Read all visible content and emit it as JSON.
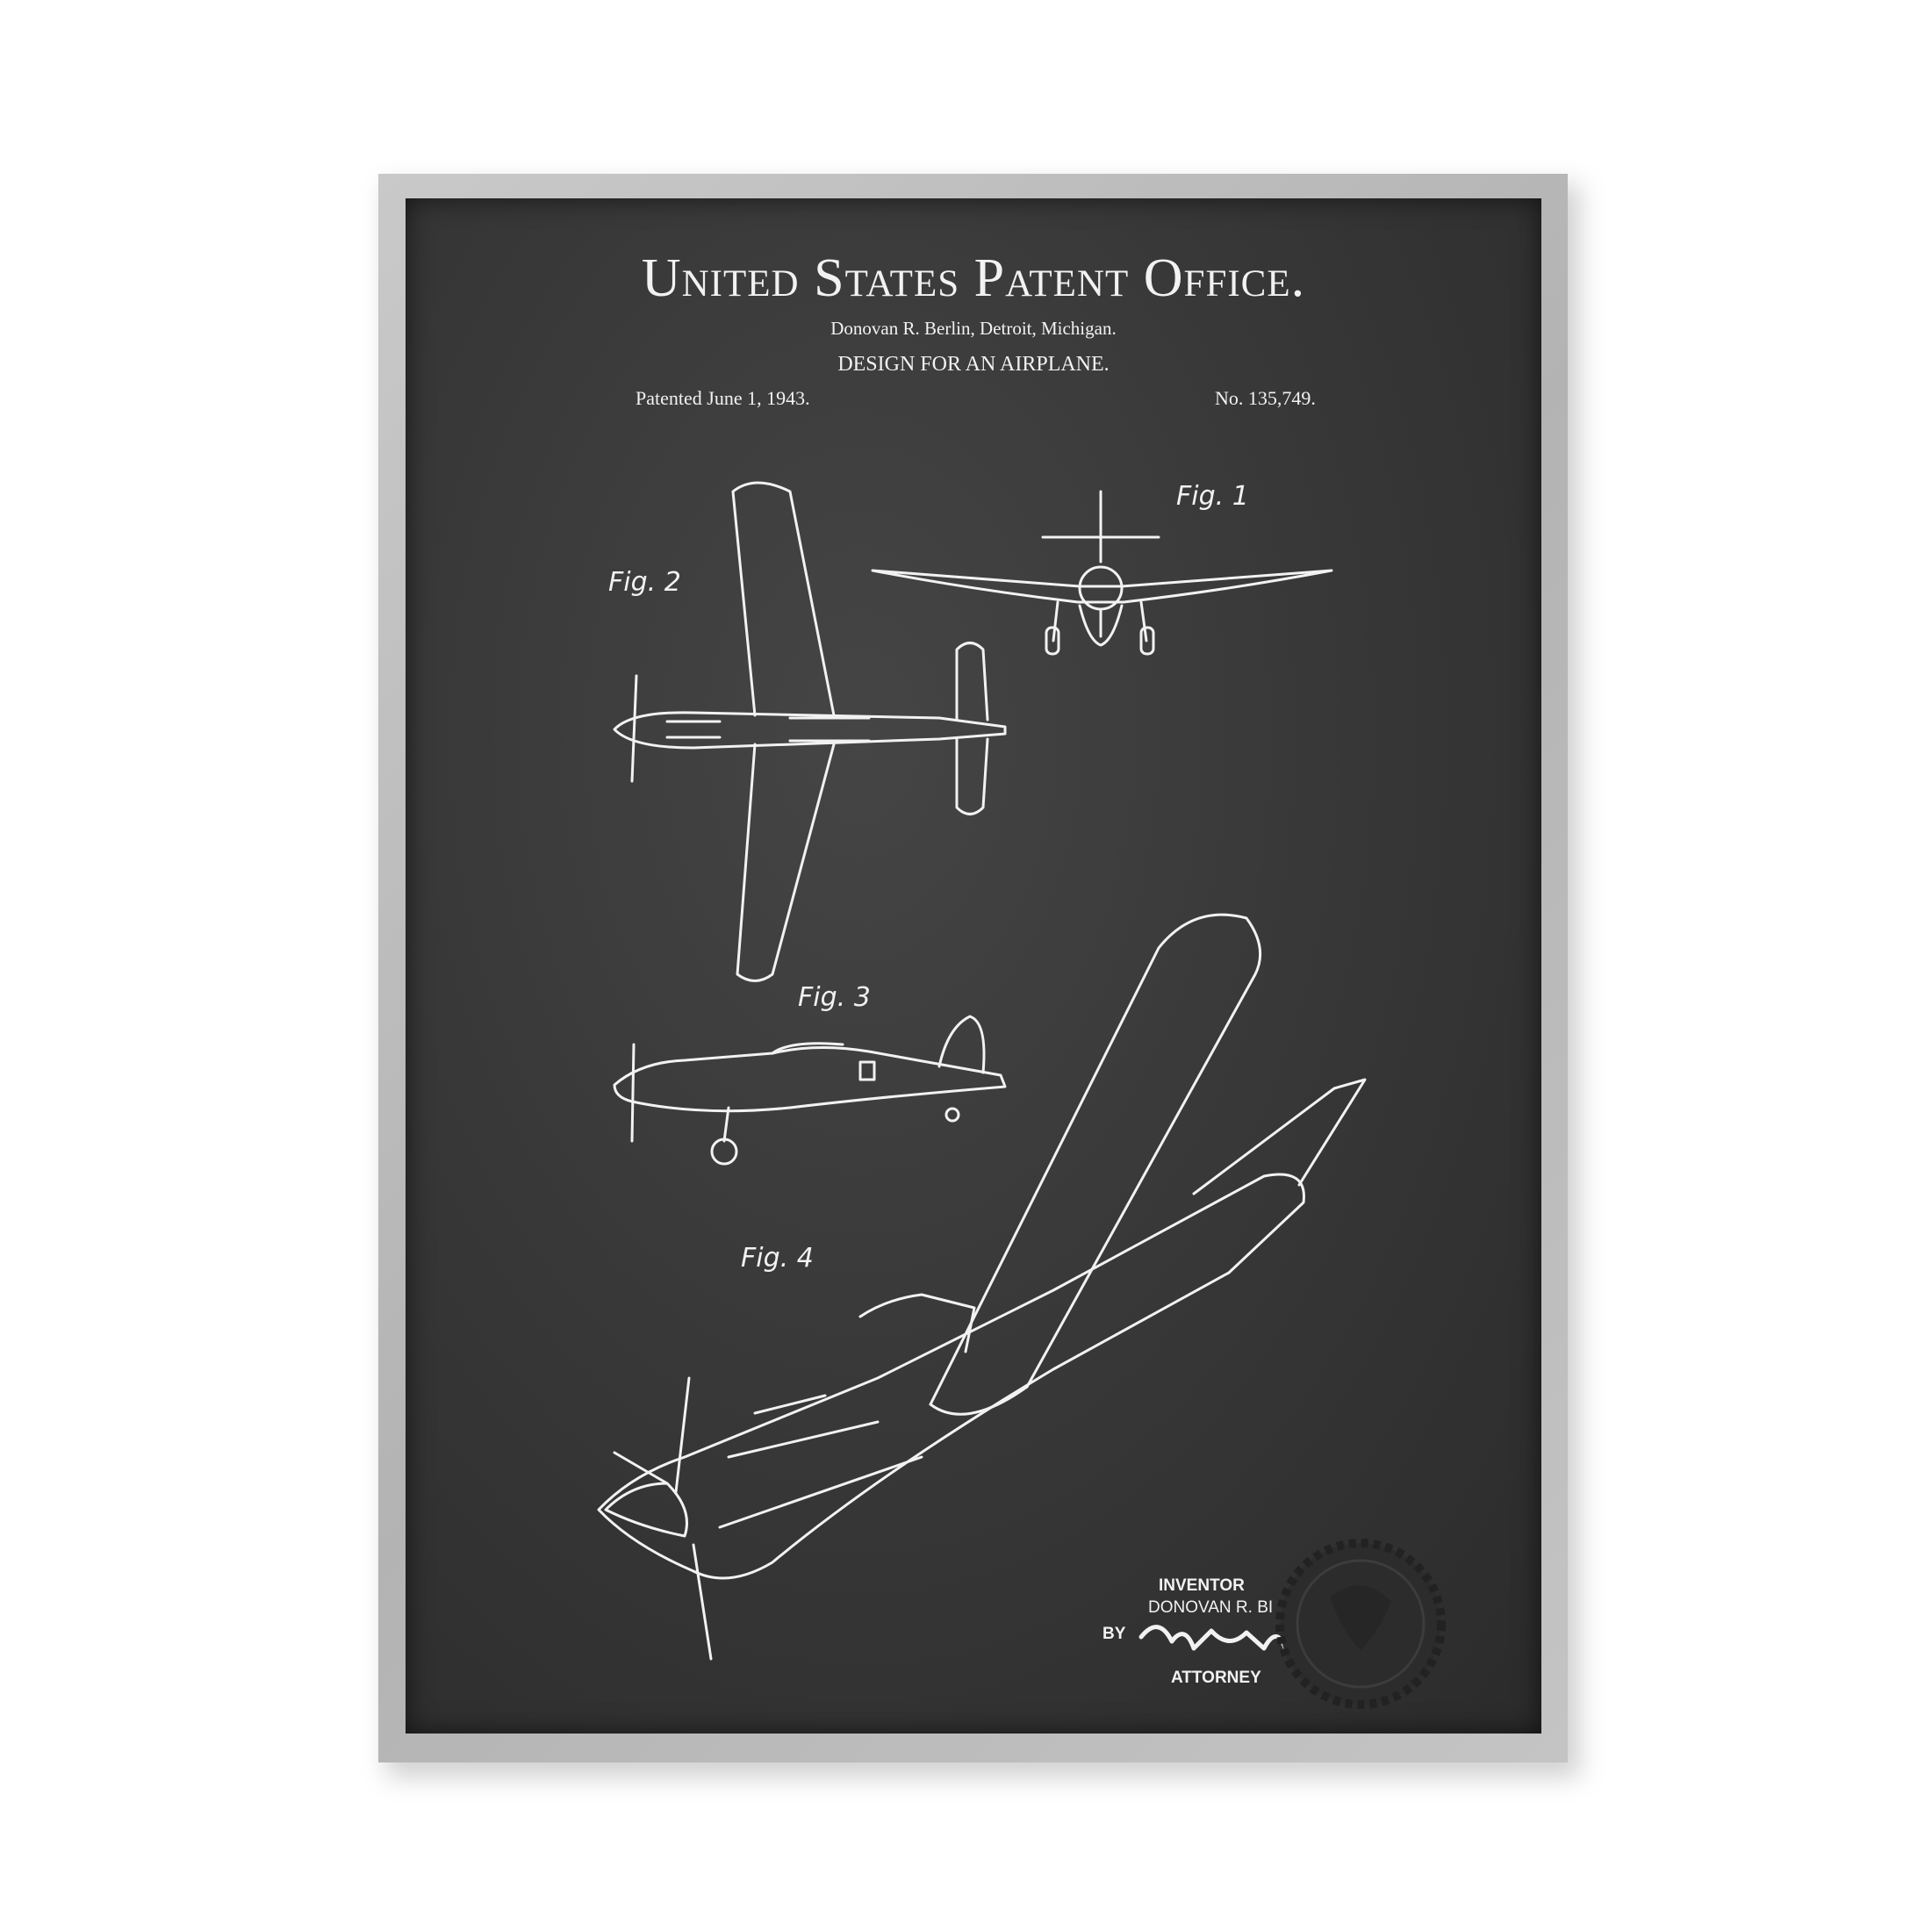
{
  "header": {
    "title": "United States Patent Office.",
    "inventor_line": "Donovan R. Berlin, Detroit, Michigan.",
    "design": "DESIGN FOR AN AIRPLANE.",
    "patented": "Patented June 1, 1943.",
    "number": "No. 135,749."
  },
  "figures": [
    "Fig. 1",
    "Fig. 2",
    "Fig. 3",
    "Fig. 4"
  ],
  "signature_block": {
    "inventor_label": "INVENTOR",
    "inventor_name": "DONOVAN R. BI",
    "by": "BY",
    "attorney_label": "ATTORNEY"
  },
  "colors": {
    "board": "#363636",
    "frame": "#bdbdbd",
    "ink": "#f2f2f2"
  }
}
